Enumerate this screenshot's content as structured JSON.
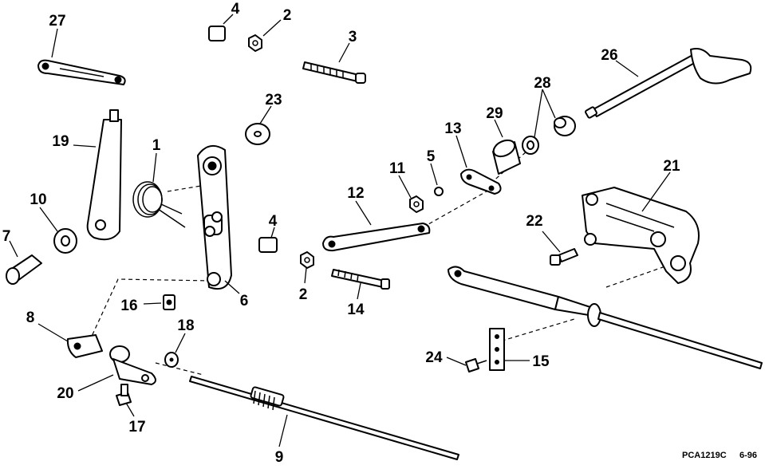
{
  "callouts": {
    "c1": "1",
    "c2a": "2",
    "c2b": "2",
    "c3": "3",
    "c4a": "4",
    "c4b": "4",
    "c5": "5",
    "c6": "6",
    "c7": "7",
    "c8": "8",
    "c9": "9",
    "c10": "10",
    "c11": "11",
    "c12": "12",
    "c13": "13",
    "c14": "14",
    "c15": "15",
    "c16": "16",
    "c17": "17",
    "c18": "18",
    "c19": "19",
    "c20": "20",
    "c21": "21",
    "c22": "22",
    "c23": "23",
    "c24": "24",
    "c26": "26",
    "c27": "27",
    "c28": "28",
    "c29": "29"
  },
  "footer": {
    "code": "PCA1219C",
    "date": "6-96"
  },
  "colors": {
    "ink": "#000000",
    "paper": "#ffffff"
  }
}
